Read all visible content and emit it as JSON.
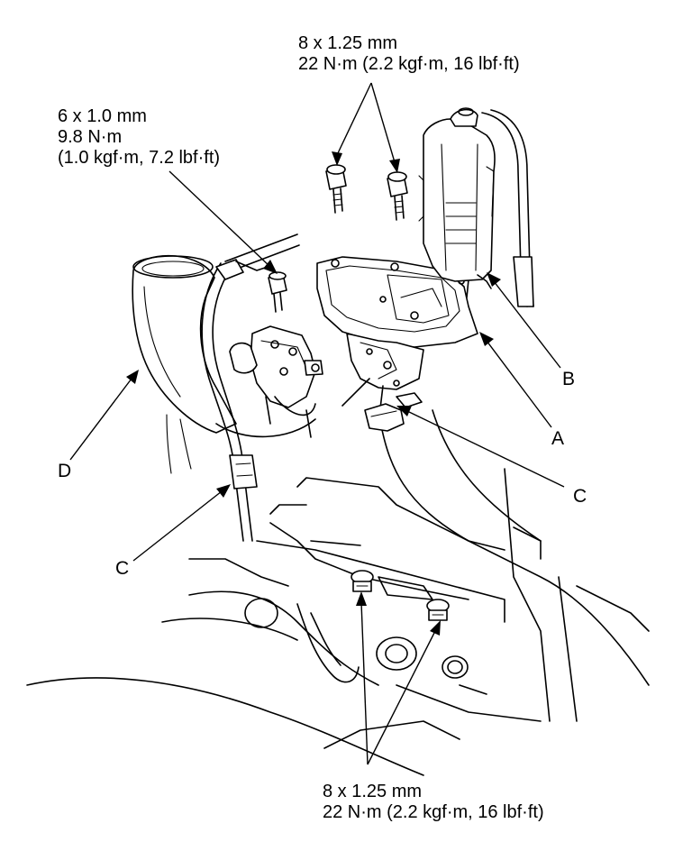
{
  "specs": {
    "top_bolts": {
      "size": "8 x 1.25 mm",
      "torque": "22 N·m (2.2 kgf·m, 16 lbf·ft)"
    },
    "left_bolt": {
      "size": "6 x 1.0 mm",
      "torque_nm": "9.8 N·m",
      "torque_alt": "(1.0 kgf·m, 7.2 lbf·ft)"
    },
    "bottom_bolts": {
      "size": "8 x 1.25 mm",
      "torque": "22 N·m (2.2 kgf·m, 16 lbf·ft)"
    }
  },
  "callouts": {
    "a": "A",
    "b": "B",
    "c_right": "C",
    "c_left": "C",
    "d": "D"
  }
}
